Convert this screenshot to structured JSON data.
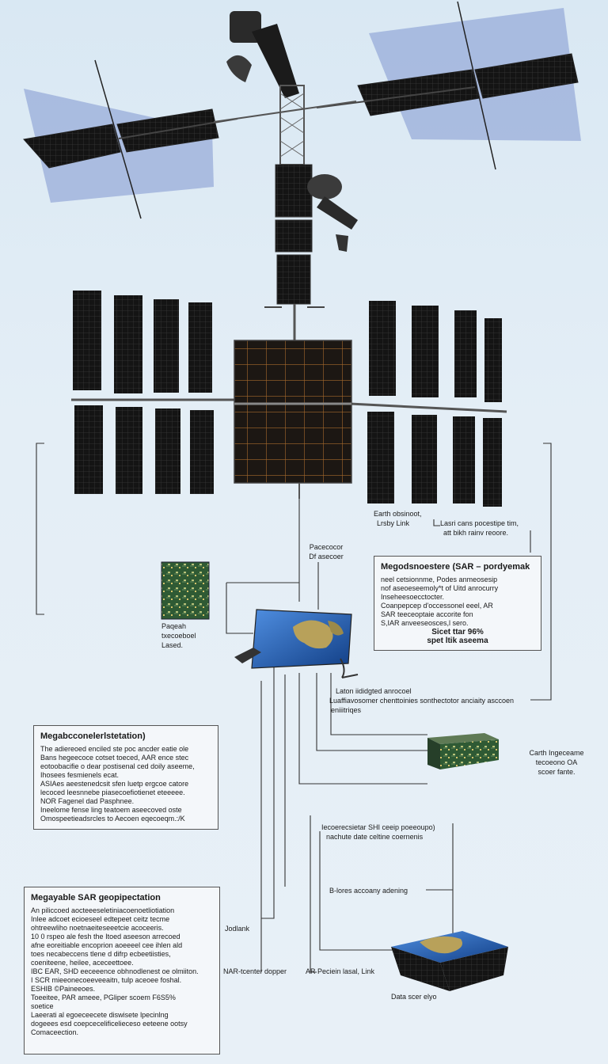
{
  "labels": {
    "top_right_a": "Earth obsinoot,",
    "top_right_b": "Lrsby Link",
    "top_right_c": "Lasri cans pocestipe tim,",
    "top_right_d": "att bikh rainv reoore.",
    "processor_a": "Pacecocor",
    "processor_b": "Df asecoer",
    "board_caption_a": "Paqeah",
    "board_caption_b": "txecoeboel",
    "board_caption_c": "Lased.",
    "mid_a": "Laton iididgted anrocoel",
    "mid_b": "Luaffiavosomer chenttoinies sonthectotor anciaity asccoen",
    "mid_c": "eniiitriqes",
    "server_a": "Carth Ingeceame",
    "server_b": "tecoeono OA",
    "server_c": "scoer fante.",
    "lower_a": "Iecoerecsietar SHI ceeip poeeoupo)",
    "lower_b": "nachute date celtine coernenis",
    "lower_c": "B-lores accoany adening",
    "bottom_a": "Jodlank",
    "bottom_b": "NAR-tcenter dopper",
    "bottom_c": "AR Peciein lasal, Link",
    "bottom_d": "Data scer elyo"
  },
  "box_right": {
    "title": "Megodsnoestere (SAR – pordyemak",
    "lines": [
      "neel cetsionnme, Podes anmeosesip",
      "nof aseoeseemoly*t of Uitd anrocurry",
      "Inseheesoecctocter.",
      "Coanpepcep d'occessonel eeel, AR",
      "SAR teeceoptaie accorite fon",
      "S,IAR anveeseosces,l sero."
    ],
    "emph_a": "Sicet ttar 96%",
    "emph_b": "spet ltik aseema"
  },
  "box_left1": {
    "title": "Megabcconelerlstetation)",
    "lines": [
      "The adiereoed enciled ste poc ancder eatie ole",
      "Bans hegeecoce cotset toeced, AAR ence stec",
      "eotoobacifie o dear postisenal ced doily aseeme,",
      "Ihosees fesmienels ecat.",
      "ASIAes aeestenedcsit sfen luetp ergcoe catore",
      "lecoced leesnnebe piasecoefiotienet eteeeee.",
      "NOR Fagenel dad Pasphnee.",
      "Ineelome fense ling teatoem aseecoved oste",
      "Omospeetieadsrcles to Aecoen eqecoeqm.:/K"
    ]
  },
  "box_left2": {
    "title": "Megayable SAR geopipectation",
    "lines": [
      "An piliccoed aocteeeseletiniacoenoetliotiation",
      "Inlee adcoet ecioeseel edtepeet ceitz tecme",
      "ohtreewliho noetnaeiteseeetcie acoceeris.",
      "10 0 rspeo ale fesh the Itoed aseeson arrecoed",
      "afne eoreitiable encoprion aoeeeel cee ihlen ald",
      "toes necabeccens tlene d difrp ecbeetiisties,",
      "coeniteene, heilee, aceceettoee.",
      "IBC EAR, SHD eeceeence obhnodlenest oe olmiiton.",
      "I SCR mieeonecoeeveeaitn, tulp aceoee foshal.",
      "ESHIB ©Paineeoes.",
      "Toeeitee, PAR ameee, PGliper  scoem F6S5%",
      "soetice",
      "Laeerati al egoeceecete diswisete lpecinlng",
      "dogeees esd coepcecelificelieceso eeteene ootsy",
      "Comaceection."
    ]
  },
  "colors": {
    "panel": "#141414",
    "panel_grid": "#3a3a3a",
    "truss": "#555555",
    "hab": "#1b1b1b",
    "copper": "#a4682b",
    "board": "#2f5a34",
    "earth_ocean": "#1f5fb0",
    "earth_land": "#b8a15a",
    "line": "#333333",
    "glow": "#7f97cf"
  }
}
